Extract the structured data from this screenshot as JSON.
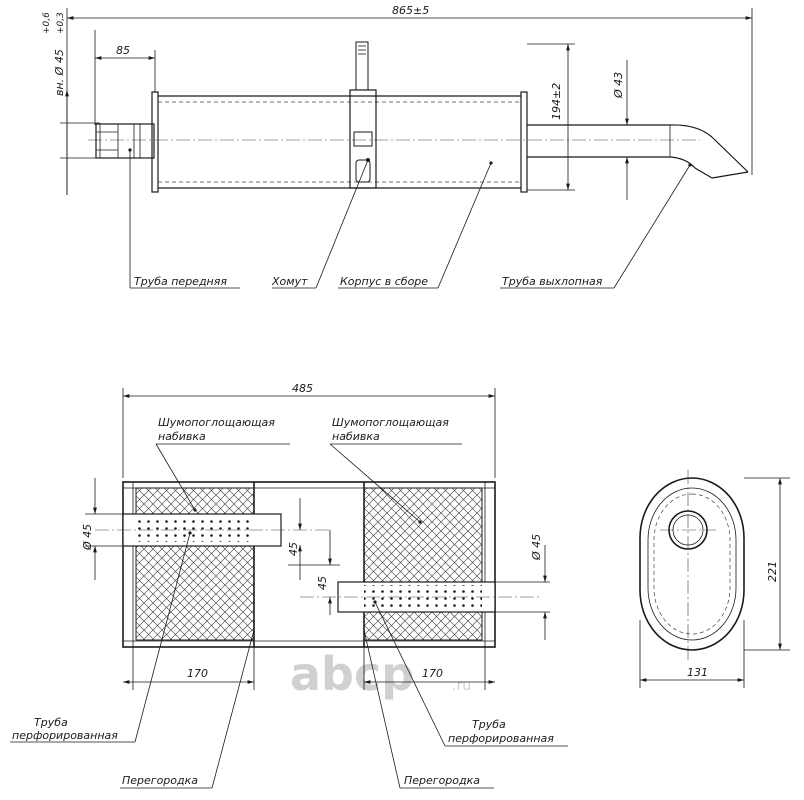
{
  "top_view": {
    "dims": {
      "overall_length": "865±5",
      "inlet_offset": "85",
      "body_height": "194±2",
      "outlet_diameter": "Ø 43",
      "inlet_diameter": "вн. Ø 45",
      "inlet_tolerance_upper": "+0,6",
      "inlet_tolerance_lower": "+0,3"
    },
    "labels": {
      "front_pipe": "Труба передняя",
      "clamp": "Хомут",
      "body_assembly": "Корпус в сборе",
      "exhaust_pipe": "Труба выхлопная"
    }
  },
  "section_view": {
    "dims": {
      "body_length": "485",
      "left_pipe_diameter": "Ø 45",
      "right_pipe_diameter": "Ø 45",
      "offset_upper": "45",
      "offset_lower": "45",
      "left_chamber": "170",
      "right_chamber": "170"
    },
    "labels": {
      "packing_left_line1": "Шумопоглощающая",
      "packing_left_line2": "набивка",
      "packing_right_line1": "Шумопоглощающая",
      "packing_right_line2": "набивка",
      "perf_pipe_left_line1": "Труба",
      "perf_pipe_left_line2": "перфорированная",
      "perf_pipe_right_line1": "Труба",
      "perf_pipe_right_line2": "перфорированная",
      "baffle_left": "Перегородка",
      "baffle_right": "Перегородка"
    }
  },
  "end_view": {
    "dims": {
      "height": "221",
      "width": "131"
    }
  },
  "watermark": {
    "brand": "abcp",
    "suffix": ".ru"
  }
}
